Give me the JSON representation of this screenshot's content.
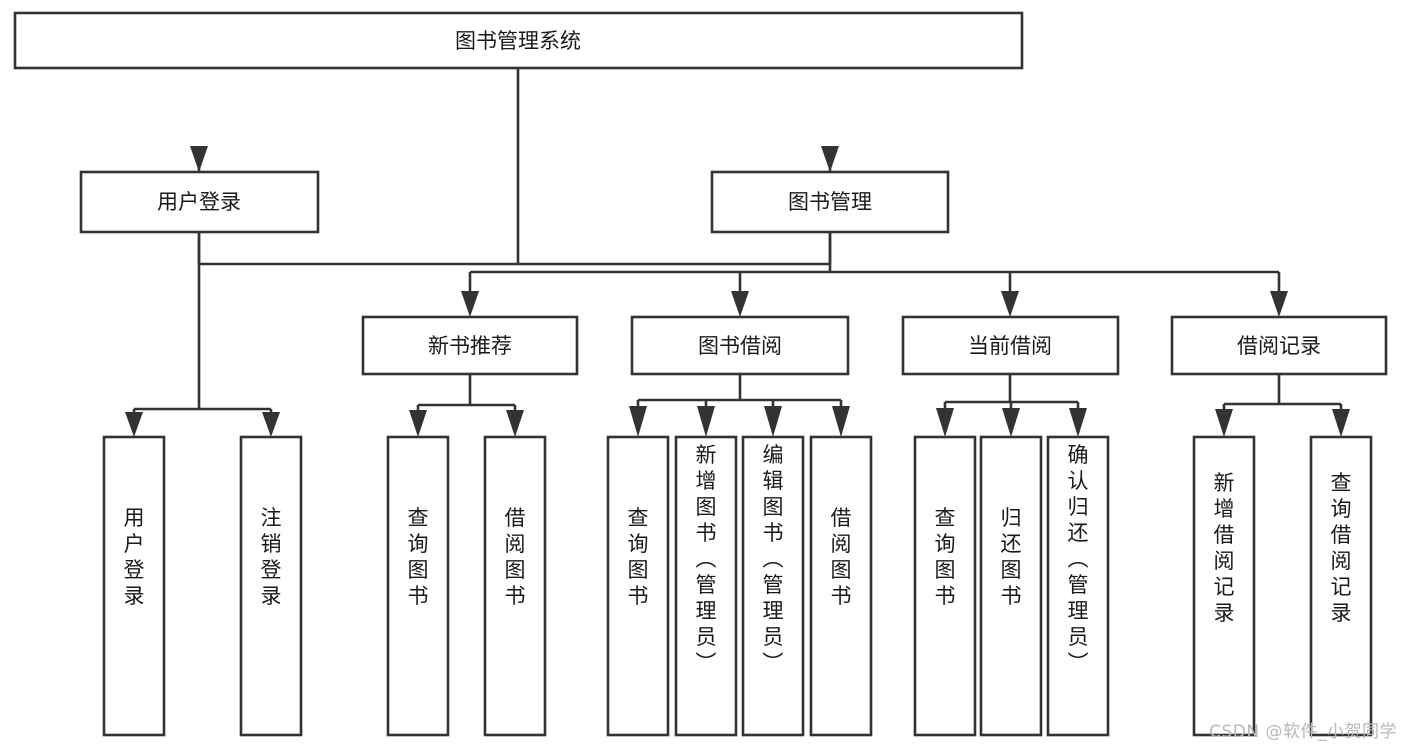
{
  "diagram": {
    "type": "tree-hierarchy",
    "title": "图书管理系统",
    "root": {
      "id": "root",
      "label": "图书管理系统"
    },
    "level2": [
      {
        "id": "user-login",
        "label": "用户登录"
      },
      {
        "id": "book-management",
        "label": "图书管理"
      }
    ],
    "level3": [
      {
        "id": "new-book-recommend",
        "label": "新书推荐",
        "parent": "book-management"
      },
      {
        "id": "book-borrow",
        "label": "图书借阅",
        "parent": "book-management"
      },
      {
        "id": "current-borrow",
        "label": "当前借阅",
        "parent": "book-management"
      },
      {
        "id": "borrow-record",
        "label": "借阅记录",
        "parent": "book-management"
      }
    ],
    "leaves": [
      {
        "id": "leaf-user-login",
        "label": "用户登录",
        "parent": "user-login"
      },
      {
        "id": "leaf-user-logout",
        "label": "注销登录",
        "parent": "user-login"
      },
      {
        "id": "leaf-query-book-1",
        "label": "查询图书",
        "parent": "new-book-recommend"
      },
      {
        "id": "leaf-borrow-book-1",
        "label": "借阅图书",
        "parent": "new-book-recommend"
      },
      {
        "id": "leaf-query-book-2",
        "label": "查询图书",
        "parent": "book-borrow"
      },
      {
        "id": "leaf-add-book",
        "label": "新增图书（管理员）",
        "parent": "book-borrow"
      },
      {
        "id": "leaf-edit-book",
        "label": "编辑图书（管理员）",
        "parent": "book-borrow"
      },
      {
        "id": "leaf-borrow-book-2",
        "label": "借阅图书",
        "parent": "book-borrow"
      },
      {
        "id": "leaf-query-book-3",
        "label": "查询图书",
        "parent": "current-borrow"
      },
      {
        "id": "leaf-return-book",
        "label": "归还图书",
        "parent": "current-borrow"
      },
      {
        "id": "leaf-confirm-return",
        "label": "确认归还（管理员）",
        "parent": "current-borrow"
      },
      {
        "id": "leaf-add-record",
        "label": "新增借阅记录",
        "parent": "borrow-record"
      },
      {
        "id": "leaf-query-record",
        "label": "查询借阅记录",
        "parent": "borrow-record"
      }
    ],
    "colors": {
      "stroke": "#333333",
      "fill": "#ffffff",
      "text": "#1a1a1a",
      "watermark": "#b8b8b8"
    }
  },
  "watermark": {
    "text": "CSDN @软件_小贺同学"
  }
}
